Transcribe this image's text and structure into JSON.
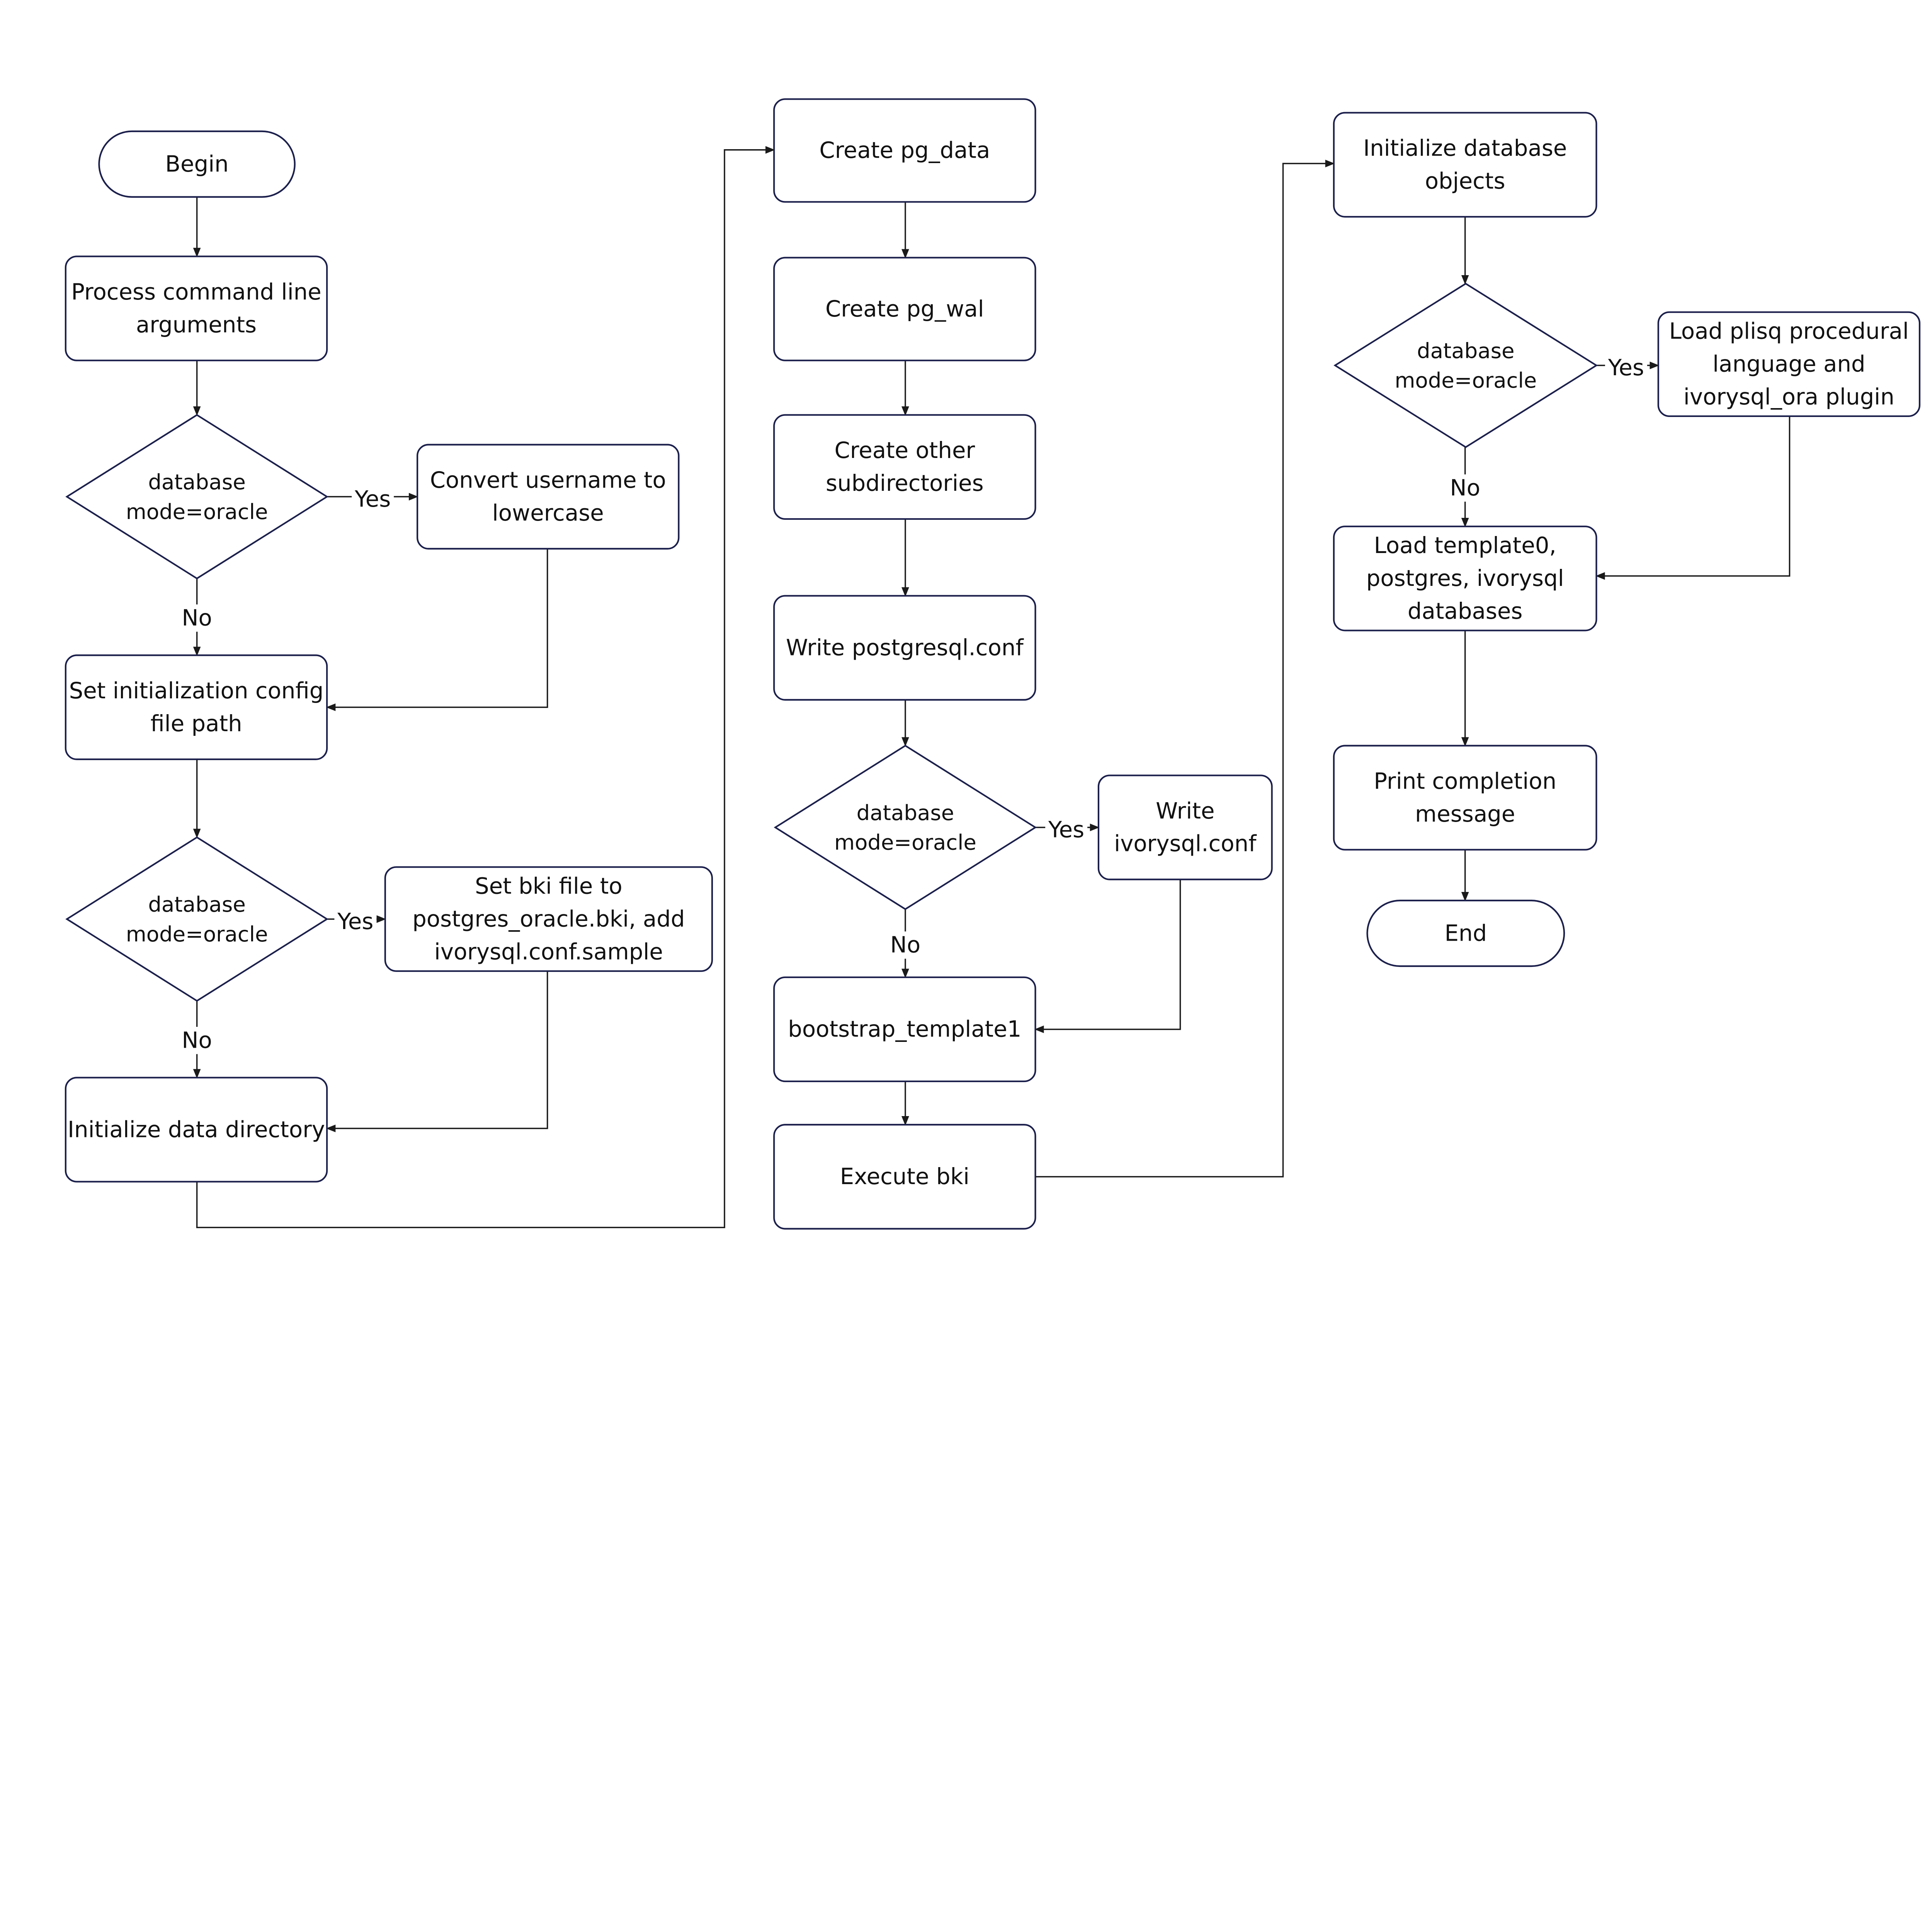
{
  "colors": {
    "shape_stroke": "#1b1f4b",
    "edge": "#1a1a1a",
    "background": "#ffffff"
  },
  "nodes": {
    "begin": {
      "type": "terminal",
      "lines": [
        "Begin"
      ]
    },
    "process_args": {
      "type": "process",
      "lines": [
        "Process command line",
        "arguments"
      ]
    },
    "decision1": {
      "type": "decision",
      "lines": [
        "database",
        "mode=oracle"
      ]
    },
    "convert_username": {
      "type": "process",
      "lines": [
        "Convert username to",
        "lowercase"
      ]
    },
    "set_config_path": {
      "type": "process",
      "lines": [
        "Set initialization config",
        "file path"
      ]
    },
    "decision2": {
      "type": "decision",
      "lines": [
        "database",
        "mode=oracle"
      ]
    },
    "set_bki": {
      "type": "process",
      "lines": [
        "Set bki file to",
        "postgres_oracle.bki, add",
        "ivorysql.conf.sample"
      ]
    },
    "init_data_dir": {
      "type": "process",
      "lines": [
        "Initialize data directory"
      ]
    },
    "create_pg_data": {
      "type": "process",
      "lines": [
        "Create pg_data"
      ]
    },
    "create_pg_wal": {
      "type": "process",
      "lines": [
        "Create pg_wal"
      ]
    },
    "create_subdirs": {
      "type": "process",
      "lines": [
        "Create other",
        "subdirectories"
      ]
    },
    "write_postgresql_conf": {
      "type": "process",
      "lines": [
        "Write postgresql.conf"
      ]
    },
    "decision3": {
      "type": "decision",
      "lines": [
        "database",
        "mode=oracle"
      ]
    },
    "write_ivorysql_conf": {
      "type": "process",
      "lines": [
        "Write",
        "ivorysql.conf"
      ]
    },
    "bootstrap_template1": {
      "type": "process",
      "lines": [
        "bootstrap_template1"
      ]
    },
    "execute_bki": {
      "type": "process",
      "lines": [
        "Execute bki"
      ]
    },
    "init_db_objects": {
      "type": "process",
      "lines": [
        "Initialize database",
        "objects"
      ]
    },
    "decision4": {
      "type": "decision",
      "lines": [
        "database",
        "mode=oracle"
      ]
    },
    "load_plisql": {
      "type": "process",
      "lines": [
        "Load plisq procedural",
        "language and",
        "ivorysql_ora plugin"
      ]
    },
    "load_templates": {
      "type": "process",
      "lines": [
        "Load template0,",
        "postgres, ivorysql",
        "databases"
      ]
    },
    "print_completion": {
      "type": "process",
      "lines": [
        "Print completion",
        "message"
      ]
    },
    "end": {
      "type": "terminal",
      "lines": [
        "End"
      ]
    }
  },
  "edge_labels": {
    "d1_yes": "Yes",
    "d1_no": "No",
    "d2_yes": "Yes",
    "d2_no": "No",
    "d3_yes": "Yes",
    "d3_no": "No",
    "d4_yes": "Yes",
    "d4_no": "No"
  }
}
